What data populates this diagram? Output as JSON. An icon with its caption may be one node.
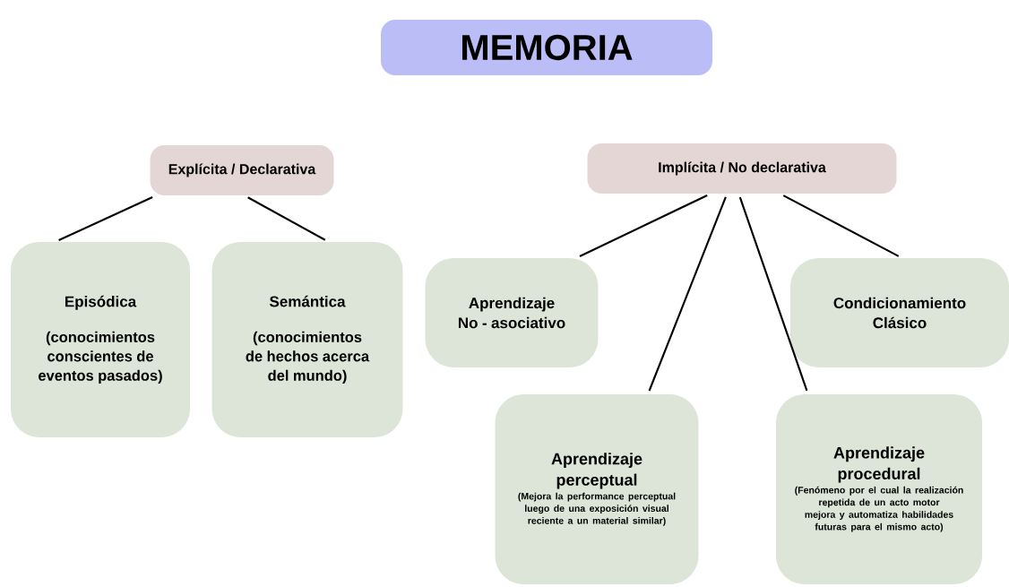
{
  "diagram": {
    "nodes": [
      {
        "text": [
          "MEMORIA"
        ]
      },
      {
        "text": [
          "Explícita / Declarativa"
        ]
      },
      {
        "text": [
          "Implícita / No declarativa"
        ]
      },
      {
        "text": [
          "Episódica",
          "(conocimientos conscientes de eventos pasados)"
        ]
      },
      {
        "text": [
          "Semántica",
          "(conocimientos de hechos acerca del mundo)"
        ]
      },
      {
        "text": [
          "Aprendizaje No - asociativo"
        ]
      },
      {
        "text": [
          "Condicionamiento Clásico"
        ]
      },
      {
        "text": [
          "Aprendizaje perceptual",
          "(Mejora la performance perceptual luego de una exposición visual reciente a un material similar)"
        ]
      },
      {
        "text": [
          "Aprendizaje procedural",
          "(Fenómeno por el cual la realización repetida de un acto motor mejora y automatiza habilidades futuras para el mismo acto)"
        ]
      }
    ],
    "edges": [
      {
        "from": 1,
        "to": 3,
        "arrow": "none"
      },
      {
        "from": 1,
        "to": 4,
        "arrow": "none"
      },
      {
        "from": 2,
        "to": 5,
        "arrow": "none"
      },
      {
        "from": 2,
        "to": 7,
        "arrow": "none"
      },
      {
        "from": 2,
        "to": 8,
        "arrow": "none"
      },
      {
        "from": 2,
        "to": 6,
        "arrow": "none"
      }
    ]
  }
}
